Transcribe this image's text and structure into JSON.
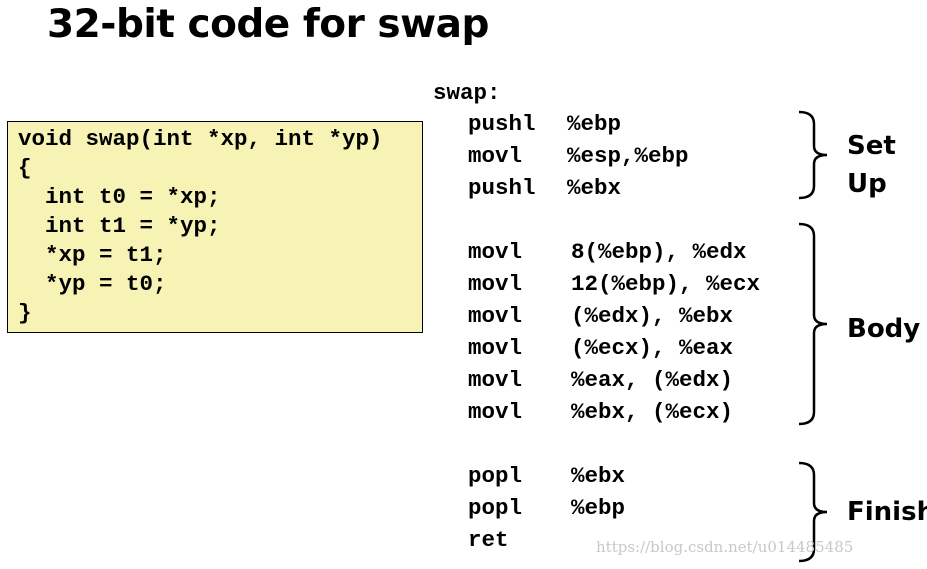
{
  "title": "32-bit code for swap",
  "c_code": {
    "lines": [
      "void swap(int *xp, int *yp)",
      "{",
      "  int t0 = *xp;",
      "  int t1 = *yp;",
      "  *xp = t1;",
      "  *yp = t0;",
      "}"
    ]
  },
  "asm": {
    "label": "swap:",
    "setup": [
      {
        "op": "pushl",
        "args": "%ebp"
      },
      {
        "op": "movl",
        "args": "%esp,%ebp"
      },
      {
        "op": "pushl",
        "args": "%ebx"
      }
    ],
    "body": [
      {
        "op": "movl",
        "args": "8(%ebp), %edx"
      },
      {
        "op": "movl",
        "args": "12(%ebp), %ecx"
      },
      {
        "op": "movl",
        "args": "(%edx), %ebx"
      },
      {
        "op": "movl",
        "args": "(%ecx), %eax"
      },
      {
        "op": "movl",
        "args": "%eax, (%edx)"
      },
      {
        "op": "movl",
        "args": "%ebx, (%ecx)"
      }
    ],
    "finish": [
      {
        "op": "popl",
        "args": "%ebx"
      },
      {
        "op": "popl",
        "args": "%ebp"
      },
      {
        "op": "ret",
        "args": ""
      }
    ]
  },
  "sections": {
    "setup": [
      "Set",
      "Up"
    ],
    "body": "Body",
    "finish": "Finish"
  },
  "watermark": "https://blog.csdn.net/u014485485",
  "colors": {
    "code_box_background": "#f6f3b5",
    "watermark": "#c8c8c8"
  }
}
